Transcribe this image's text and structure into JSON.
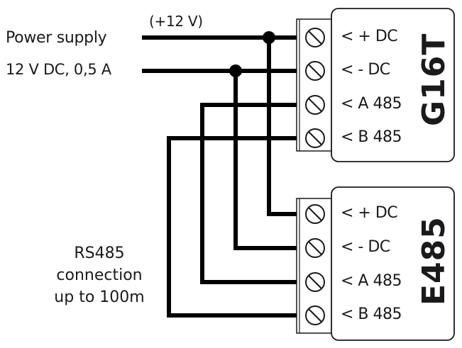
{
  "power": {
    "voltage_tag": "(+12 V)",
    "label_line1": "Power supply",
    "label_line2": "12 V DC, 0,5 A"
  },
  "rs485_note": {
    "line1": "RS485",
    "line2": "connection",
    "line3": "up to 100m"
  },
  "devices": [
    {
      "name": "G16T",
      "terminals": [
        "< + DC",
        "< - DC",
        "< A 485",
        "< B 485"
      ]
    },
    {
      "name": "E485",
      "terminals": [
        "< + DC",
        "< - DC",
        "< A 485",
        "< B 485"
      ]
    }
  ],
  "colors": {
    "wire": "#000000",
    "outline": "#1a1a1a",
    "background": "#ffffff"
  }
}
